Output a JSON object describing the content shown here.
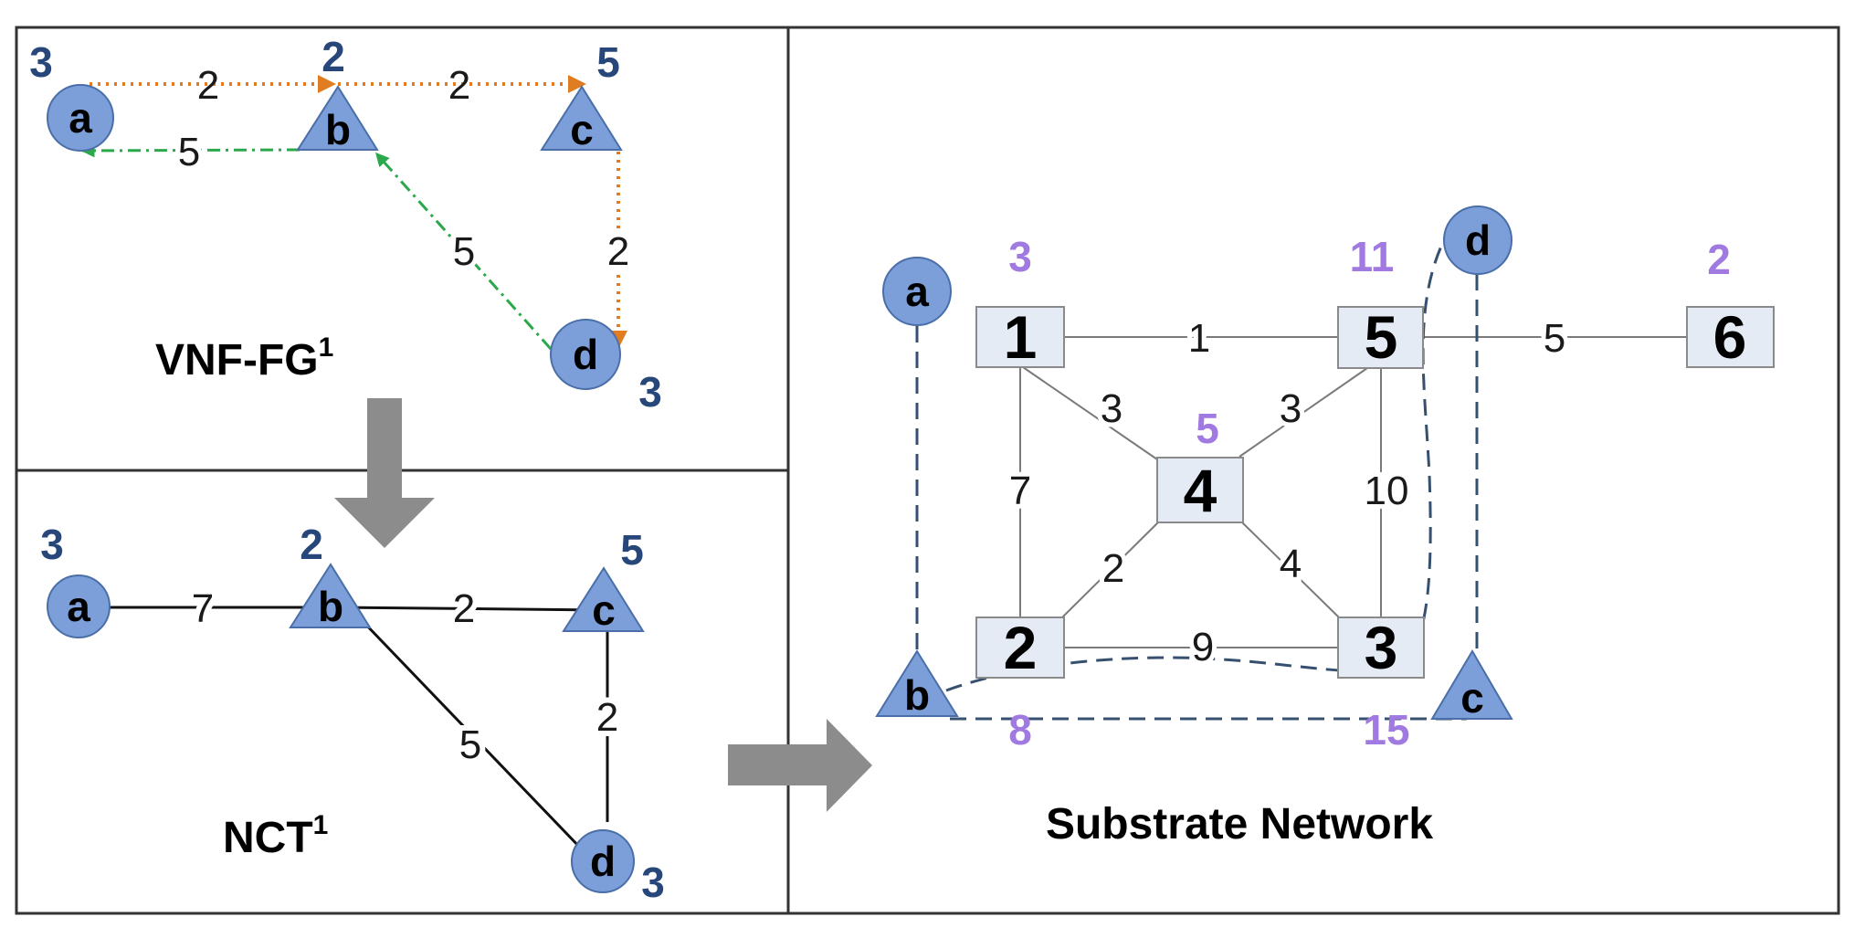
{
  "colors": {
    "node_fill": "#7c9fd9",
    "node_stroke": "#4a6ea8",
    "capacity_blue": "#27477b",
    "capacity_purple": "#a07ae0",
    "forward_path": "#e07d22",
    "backward_path": "#2aa84a",
    "mapping_dash": "#36506f",
    "substrate_box": "#e4ebf5",
    "arrow_gray": "#8c8c8c"
  },
  "vnf_fg": {
    "title": "VNF-FG",
    "superscript": "1",
    "nodes": [
      {
        "id": "a",
        "label": "a",
        "shape": "circle",
        "capacity": "3"
      },
      {
        "id": "b",
        "label": "b",
        "shape": "triangle",
        "capacity": "2"
      },
      {
        "id": "c",
        "label": "c",
        "shape": "triangle",
        "capacity": "5"
      },
      {
        "id": "d",
        "label": "d",
        "shape": "circle",
        "capacity": "3"
      }
    ],
    "edges": [
      {
        "from": "a",
        "to": "b",
        "weight": "2",
        "style": "forward-dotted"
      },
      {
        "from": "b",
        "to": "c",
        "weight": "2",
        "style": "forward-dotted"
      },
      {
        "from": "c",
        "to": "d",
        "weight": "2",
        "style": "forward-dotted"
      },
      {
        "from": "b",
        "to": "a",
        "weight": "5",
        "style": "backward-dashdot"
      },
      {
        "from": "d",
        "to": "b",
        "weight": "5",
        "style": "backward-dashdot"
      }
    ]
  },
  "nct": {
    "title": "NCT",
    "superscript": "1",
    "nodes": [
      {
        "id": "a",
        "label": "a",
        "shape": "circle",
        "capacity": "3"
      },
      {
        "id": "b",
        "label": "b",
        "shape": "triangle",
        "capacity": "2"
      },
      {
        "id": "c",
        "label": "c",
        "shape": "triangle",
        "capacity": "5"
      },
      {
        "id": "d",
        "label": "d",
        "shape": "circle",
        "capacity": "3"
      }
    ],
    "edges": [
      {
        "from": "a",
        "to": "b",
        "weight": "7"
      },
      {
        "from": "b",
        "to": "c",
        "weight": "2"
      },
      {
        "from": "c",
        "to": "d",
        "weight": "2"
      },
      {
        "from": "b",
        "to": "d",
        "weight": "5"
      }
    ]
  },
  "substrate": {
    "title": "Substrate Network",
    "nodes": [
      {
        "id": "1",
        "label": "1",
        "capacity": "3"
      },
      {
        "id": "2",
        "label": "2",
        "capacity": "8"
      },
      {
        "id": "3",
        "label": "3",
        "capacity": "15"
      },
      {
        "id": "4",
        "label": "4",
        "capacity": "5"
      },
      {
        "id": "5",
        "label": "5",
        "capacity": "11"
      },
      {
        "id": "6",
        "label": "6",
        "capacity": "2"
      }
    ],
    "edges": [
      {
        "from": "1",
        "to": "5",
        "weight": "1"
      },
      {
        "from": "1",
        "to": "4",
        "weight": "3"
      },
      {
        "from": "1",
        "to": "2",
        "weight": "7"
      },
      {
        "from": "4",
        "to": "5",
        "weight": "3"
      },
      {
        "from": "4",
        "to": "2",
        "weight": "2"
      },
      {
        "from": "4",
        "to": "3",
        "weight": "4"
      },
      {
        "from": "5",
        "to": "3",
        "weight": "10"
      },
      {
        "from": "2",
        "to": "3",
        "weight": "9"
      },
      {
        "from": "5",
        "to": "6",
        "weight": "5"
      }
    ],
    "mapped_vnfs": [
      {
        "label": "a",
        "shape": "circle"
      },
      {
        "label": "b",
        "shape": "triangle"
      },
      {
        "label": "c",
        "shape": "triangle"
      },
      {
        "label": "d",
        "shape": "circle"
      }
    ]
  }
}
